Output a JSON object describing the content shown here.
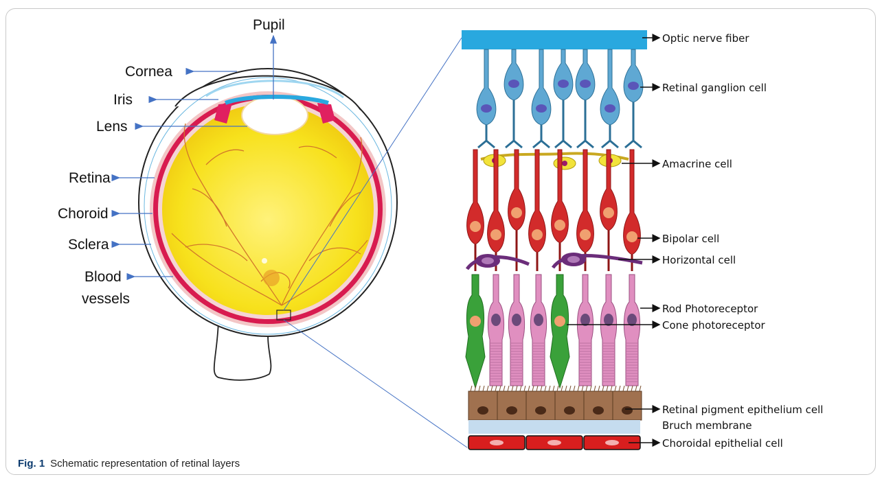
{
  "eye_labels": {
    "pupil": "Pupil",
    "cornea": "Cornea",
    "iris": "Iris",
    "lens": "Lens",
    "retina": "Retina",
    "choroid": "Choroid",
    "sclera": "Sclera",
    "blood_vessels_line1": "Blood",
    "blood_vessels_line2": "vessels"
  },
  "retina_labels": {
    "optic_nerve_fiber": "Optic nerve fiber",
    "retinal_ganglion_cell": "Retinal ganglion cell",
    "amacrine_cell": "Amacrine cell",
    "bipolar_cell": "Bipolar cell",
    "horizontal_cell": "Horizontal cell",
    "rod_photoreceptor": "Rod Photoreceptor",
    "cone_photoreceptor": "Cone photoreceptor",
    "rpe_cell": "Retinal pigment epithelium cell",
    "bruch_membrane": "Bruch membrane",
    "choroidal_epithelial_cell": "Choroidal epithelial cell"
  },
  "caption": {
    "label": "Fig. 1",
    "text": "Schematic representation of retinal layers"
  },
  "colors": {
    "nerve_fiber": "#29a8df",
    "ganglion": "#5fa8d3",
    "amacrine": "#f2e33a",
    "bipolar": "#d22b2b",
    "horizontal": "#6b2d7a",
    "rod": "#e08fc0",
    "cone": "#3aa13a",
    "rpe": "#a0714f",
    "bruch": "#c5dcef",
    "choroid": "#d81e1e",
    "vitreous": "#f7e11c",
    "retina_ring": "#d81b4f",
    "arrow_blue": "#4472c4"
  }
}
